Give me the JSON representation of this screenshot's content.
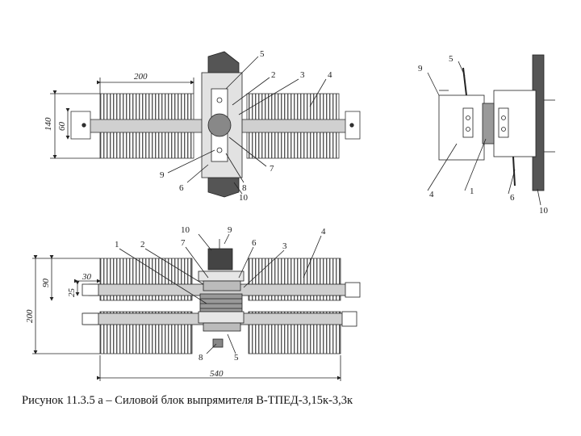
{
  "caption": "Рисунок 11.3.5 а – Силовой блок выпрямителя В-ТПЕД-3,15к-3,3к",
  "dimensions": {
    "top_width": "200",
    "top_height_outer": "140",
    "top_height_inner": "60",
    "bottom_height_half": "90",
    "bottom_height_total": "200",
    "bottom_offset": "30",
    "bottom_small": "25",
    "bottom_length": "540"
  },
  "callouts": {
    "top_view": [
      "5",
      "2",
      "3",
      "4",
      "9",
      "6",
      "10",
      "8",
      "7"
    ],
    "side_view": [
      "9",
      "5",
      "4",
      "1",
      "6",
      "10"
    ],
    "bottom_view": [
      "10",
      "9",
      "4",
      "1",
      "2",
      "7",
      "6",
      "3",
      "8",
      "5"
    ]
  },
  "colors": {
    "line": "#222222",
    "fin": "#555555",
    "metal": "#c8c8c8",
    "dark": "#444444"
  }
}
